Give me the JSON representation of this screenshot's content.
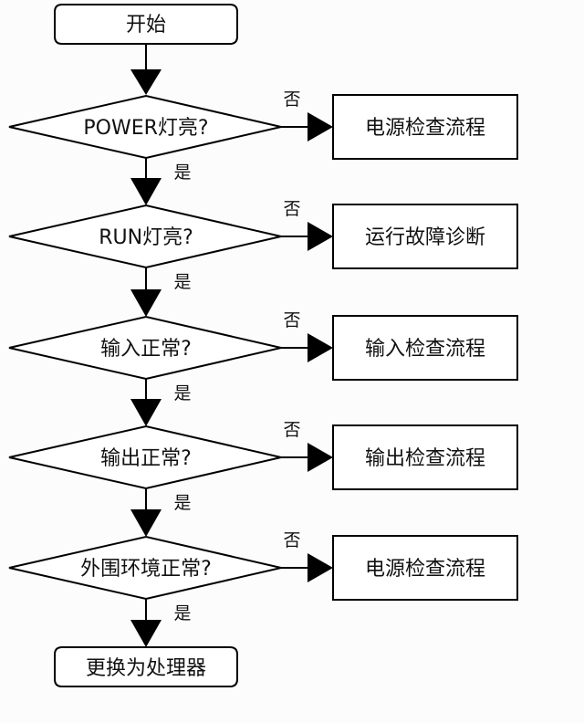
{
  "diagram": {
    "start": "开始",
    "end": "更换为处理器",
    "yes_label": "是",
    "no_label": "否",
    "decisions": [
      {
        "question": "POWER灯亮?",
        "no_action": "电源检查流程"
      },
      {
        "question": "RUN灯亮?",
        "no_action": "运行故障诊断"
      },
      {
        "question": "输入正常?",
        "no_action": "输入检查流程"
      },
      {
        "question": "输出正常?",
        "no_action": "输出检查流程"
      },
      {
        "question": "外围环境正常?",
        "no_action": "电源检查流程"
      }
    ]
  }
}
